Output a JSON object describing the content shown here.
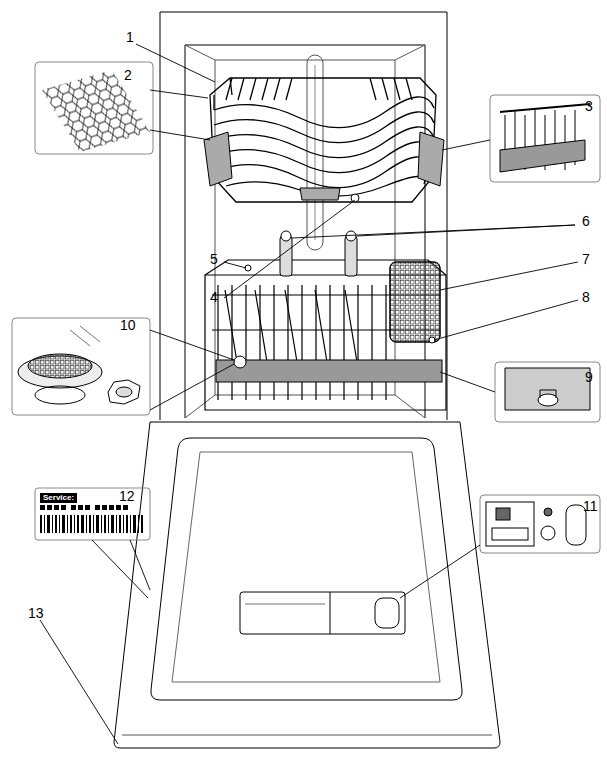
{
  "diagram": {
    "labels": [
      "1",
      "2",
      "3",
      "4",
      "5",
      "6",
      "7",
      "8",
      "9",
      "10",
      "11",
      "12",
      "13",
      "Service:"
    ]
  }
}
